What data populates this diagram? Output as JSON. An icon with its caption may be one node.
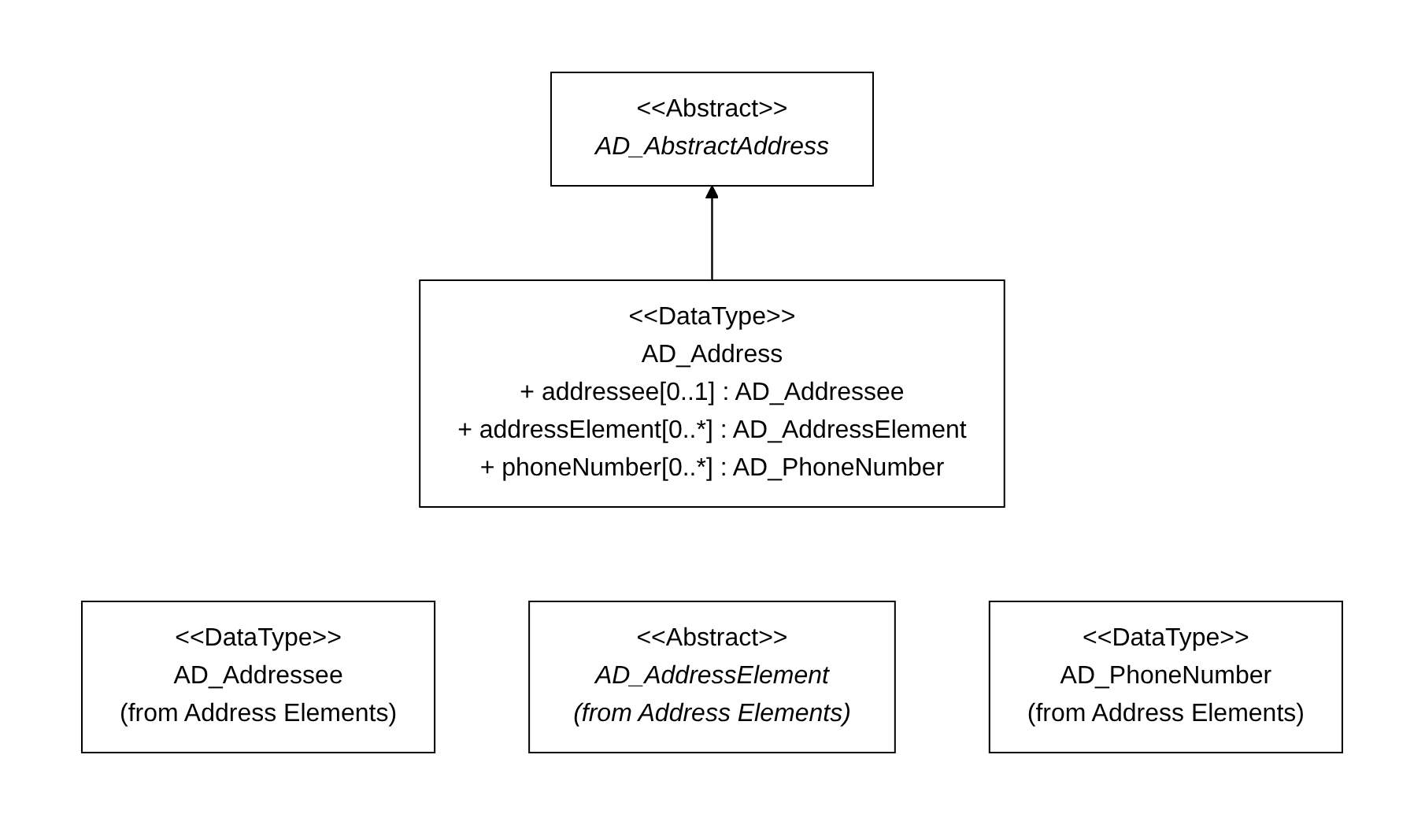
{
  "diagram": {
    "nodes": [
      {
        "text": [
          "<<Abstract>>",
          "AD_AbstractAddress"
        ]
      },
      {
        "text": [
          "<<DataType>>",
          "AD_Address",
          "+ addressee[0..1] : AD_Addressee",
          "+ addressElement[0..*] : AD_AddressElement",
          "+ phoneNumber[0..*] : AD_PhoneNumber"
        ]
      },
      {
        "text": [
          "<<DataType>>",
          "AD_Addressee",
          "(from Address Elements)"
        ]
      },
      {
        "text": [
          "<<Abstract>>",
          "AD_AddressElement",
          "(from Address Elements)"
        ]
      },
      {
        "text": [
          "<<DataType>>",
          "AD_PhoneNumber",
          "(from Address Elements)"
        ]
      }
    ],
    "edges": [
      {
        "from": 1,
        "to": 0,
        "arrow": "to"
      }
    ]
  }
}
